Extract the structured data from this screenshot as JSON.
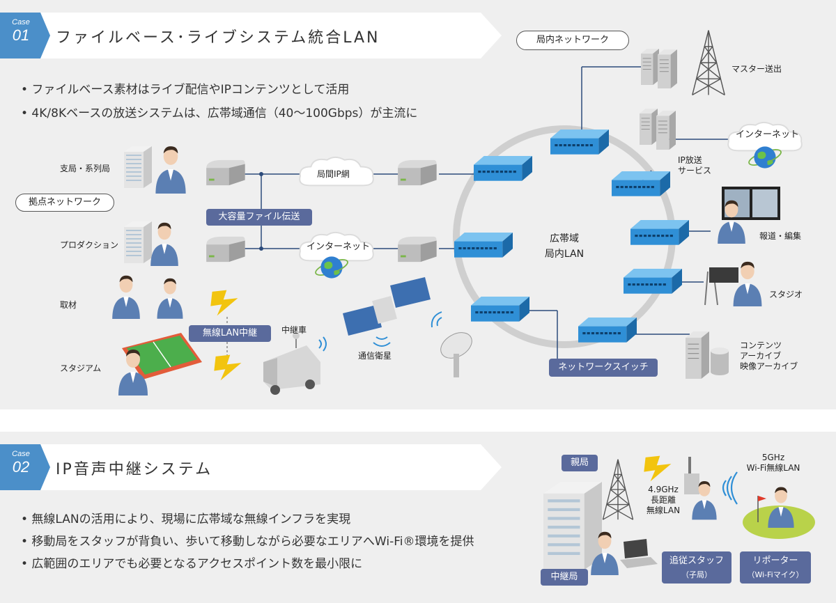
{
  "case1": {
    "case_word": "Case",
    "case_num": "01",
    "title": "ファイルベース･ライブシステム統合LAN",
    "bullets": [
      "• ファイルベース素材はライブ配信やIPコンテンツとして活用",
      "• 4K/8Kベースの放送システムは、広帯域通信（40～100Gbps）が主流に"
    ],
    "left_labels": {
      "branch": "支局・系列局",
      "production": "プロダクション",
      "news": "取材",
      "stadium": "スタジアム",
      "base_network": "拠点ネットワーク"
    },
    "mid_labels": {
      "interoffice": "局間IP網",
      "internet": "インターネット",
      "big_file": "大容量ファイル伝送",
      "wireless_relay": "無線LAN中継",
      "relay_car": "中継車",
      "satellite": "通信衛星"
    },
    "ring_label_line1": "広帯域",
    "ring_label_line2": "局内LAN",
    "net_switch": "ネットワークスイッチ",
    "right_labels": {
      "internal_network": "局内ネットワーク",
      "master": "マスター送出",
      "internet": "インターネット",
      "ip_broadcast_line1": "IP放送",
      "ip_broadcast_line2": "サービス",
      "news_edit": "報道・編集",
      "studio": "スタジオ",
      "archive_line1": "コンテンツ",
      "archive_line2": "アーカイブ",
      "archive_line3": "映像アーカイブ"
    }
  },
  "case2": {
    "case_word": "Case",
    "case_num": "02",
    "title": "IP音声中継システム",
    "bullets": [
      "• 無線LANの活用により、現場に広帯域な無線インフラを実現",
      "• 移動局をスタッフが背負い、歩いて移動しながら必要なエリアへWi-Fi®環境を提供",
      "• 広範囲のエリアでも必要となるアクセスポイント数を最小限に"
    ],
    "parent": "親局",
    "relay_station": "中継局",
    "wifi_line1": "5GHz",
    "wifi_line2": "Wi-Fi無線LAN",
    "ghz_line1": "4.9GHz",
    "ghz_line2": "長距離",
    "ghz_line3": "無線LAN",
    "staff_line1": "追従スタッフ",
    "staff_line2": "（子局）",
    "reporter_line1": "リポーター",
    "reporter_line2": "（Wi-Fiマイク）"
  },
  "colors": {
    "accent_blue": "#4b8fc9",
    "pill": "#5a6a9c",
    "switch": "#2f8fd6",
    "panel": "#efefef"
  }
}
